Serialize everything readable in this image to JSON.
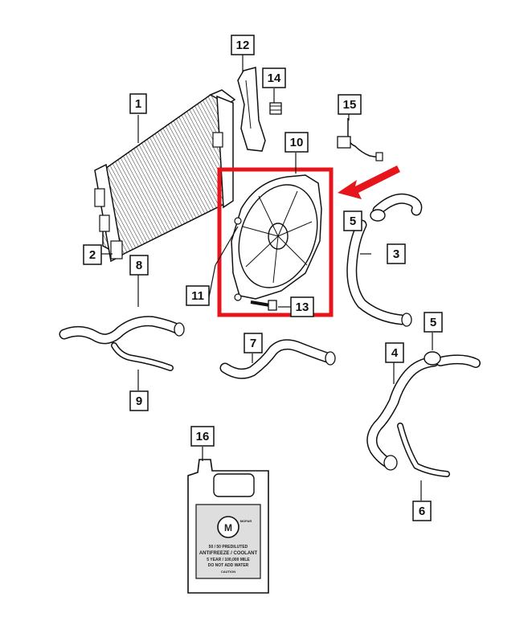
{
  "labels": {
    "p1": "1",
    "p2": "2",
    "p3": "3",
    "p4": "4",
    "p5a": "5",
    "p5b": "5",
    "p6": "6",
    "p7": "7",
    "p8": "8",
    "p9": "9",
    "p10": "10",
    "p11": "11",
    "p12": "12",
    "p13": "13",
    "p14": "14",
    "p15": "15",
    "p16": "16"
  },
  "jug": {
    "brand": "MOPAR",
    "line1": "50 / 50 PREDILUTED",
    "line2": "ANTIFREEZE / COOLANT",
    "line3": "5 YEAR / 100,000 MILE",
    "line4": "DO NOT ADD WATER",
    "line5": "CAUTION"
  },
  "colors": {
    "highlight": "#e8141b",
    "line": "#1a1a1a"
  }
}
